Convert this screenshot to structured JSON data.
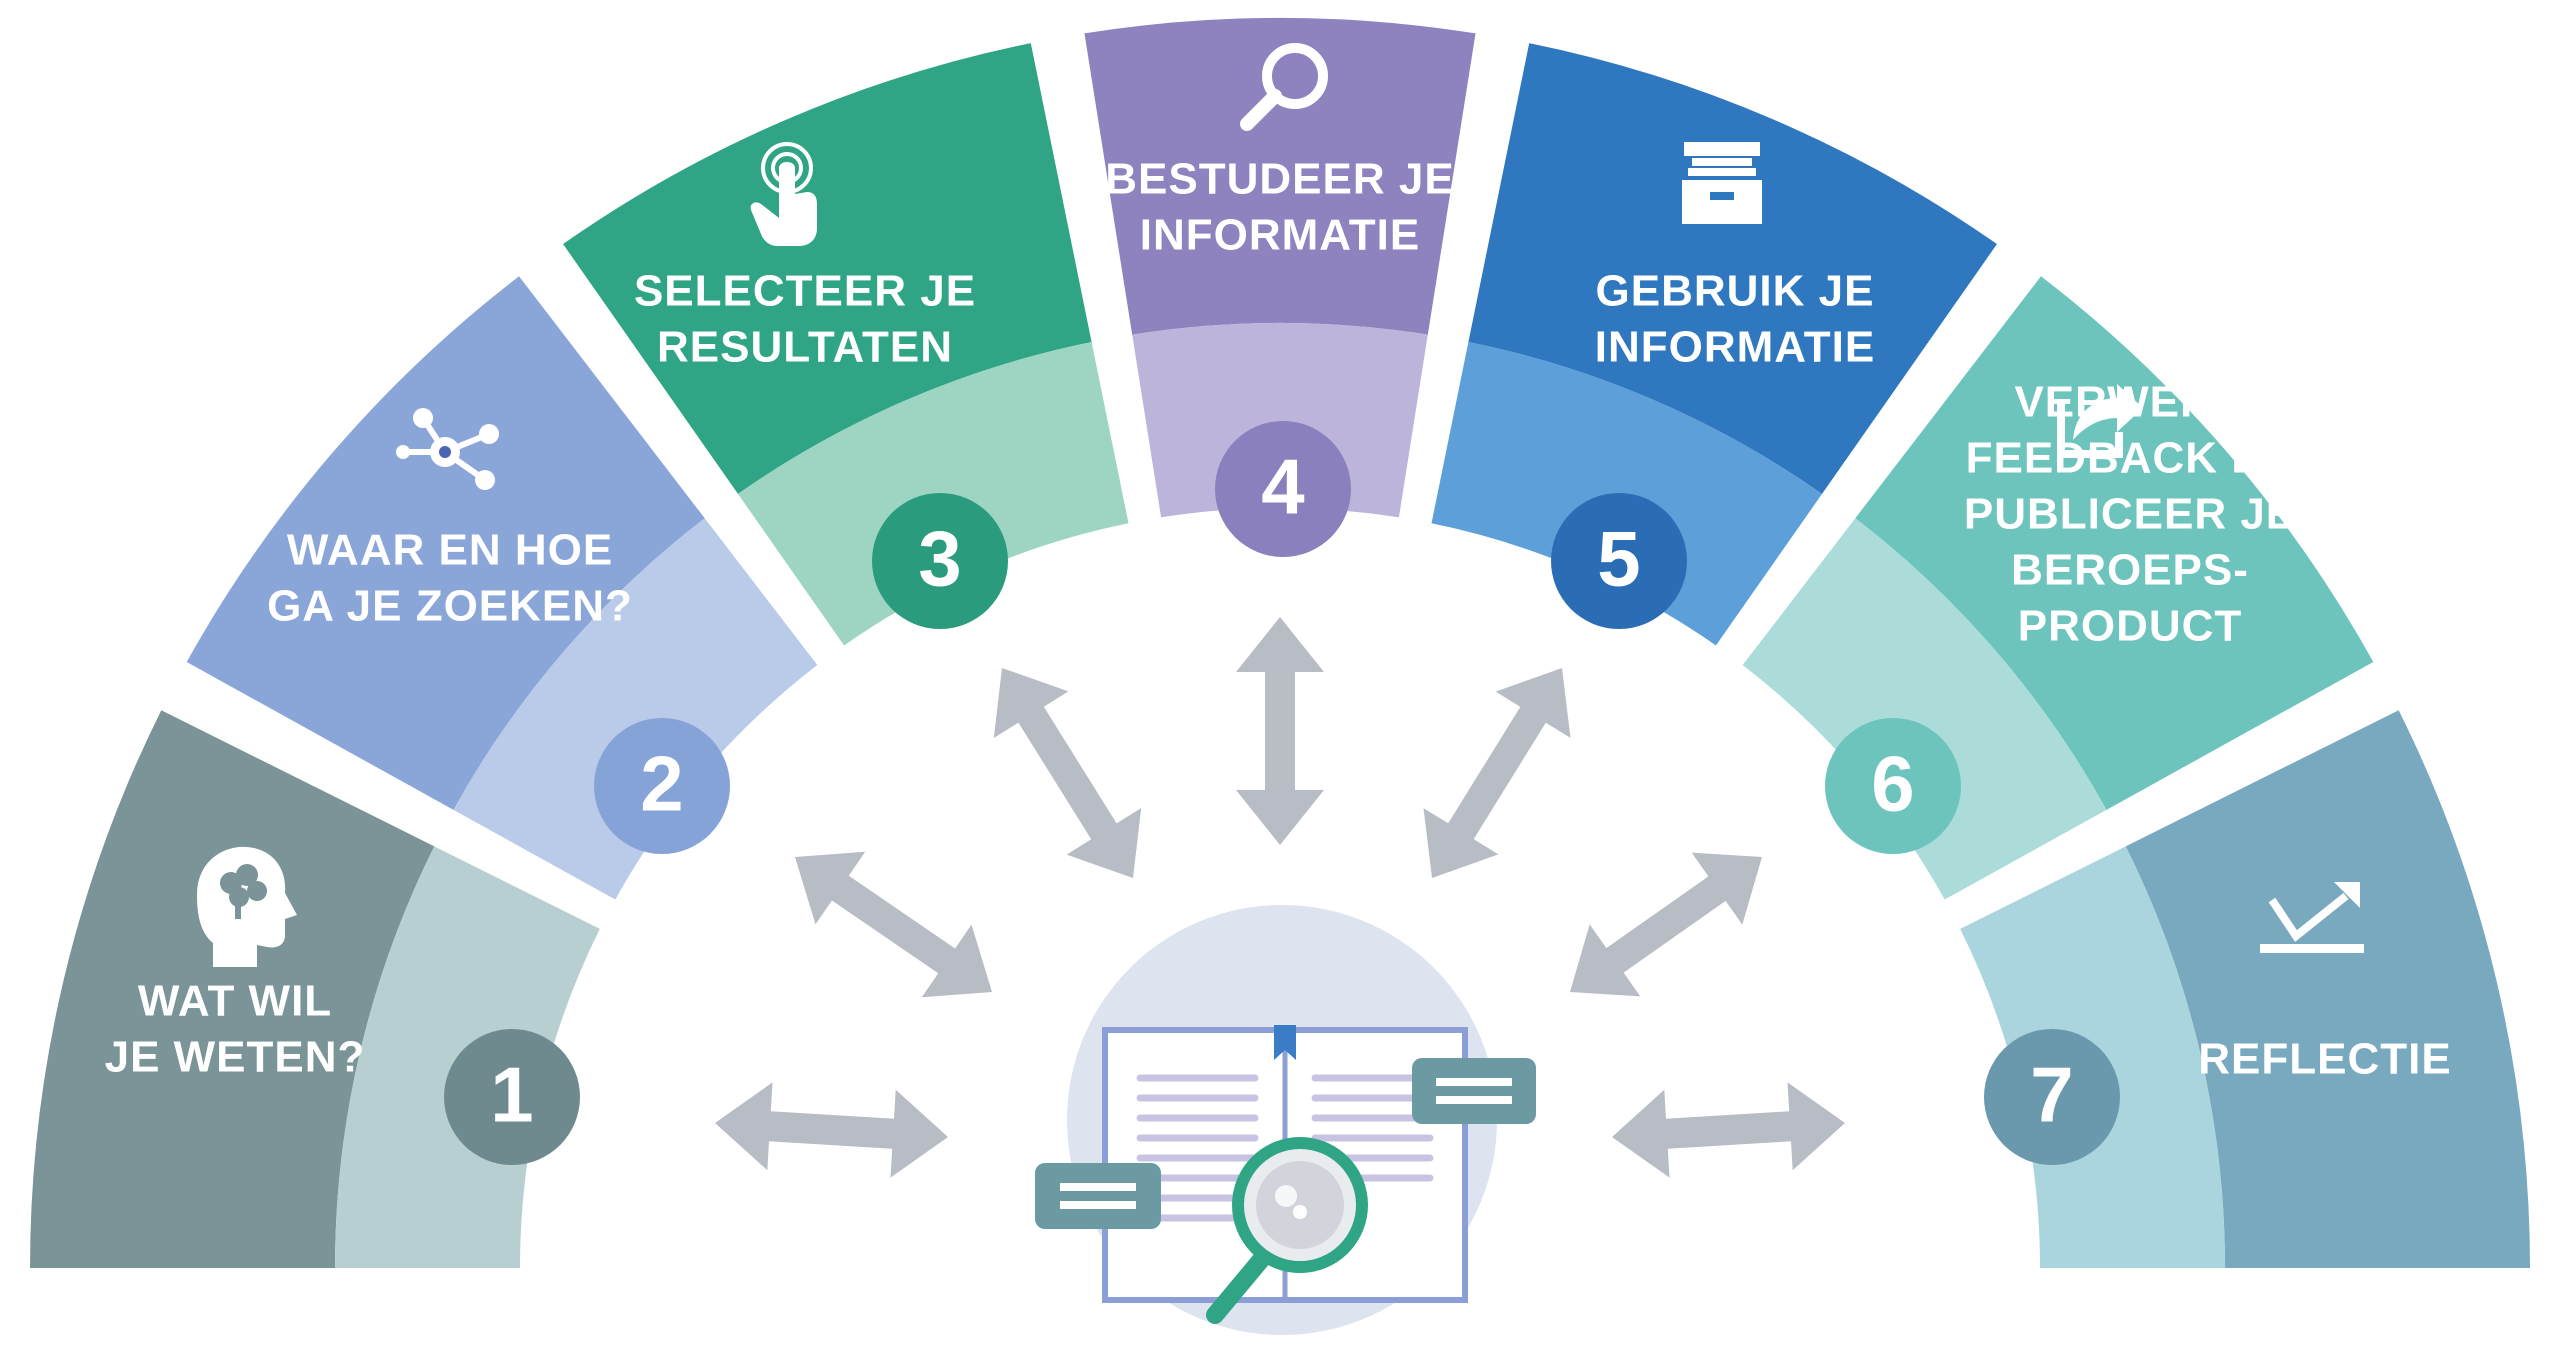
{
  "colors": {
    "background": "#ffffff",
    "arrow": "#b8bcc4",
    "hub_circle": "#dde3ef",
    "book_outline": "#8b9fd6",
    "book_lines": "#c9c3e3",
    "bookmark": "#3a7cc6",
    "magnifier_ring": "#2fa585",
    "comment_box": "#6b9aa2"
  },
  "steps": [
    {
      "number": "1",
      "lines": [
        "WAT WIL",
        "JE WETEN?"
      ],
      "icon": "head-icon",
      "outer_color": "#7a9498",
      "inner_color": "#b8cfd2",
      "circle_color": "#6f8a8e"
    },
    {
      "number": "2",
      "lines": [
        "WAAR EN HOE",
        "GA JE ZOEKEN?"
      ],
      "icon": "network-icon",
      "outer_color": "#8aa6d8",
      "inner_color": "#bacbea",
      "circle_color": "#86a3d8"
    },
    {
      "number": "3",
      "lines": [
        "SELECTEER JE",
        "RESULTATEN"
      ],
      "icon": "tap-icon",
      "outer_color": "#2fa585",
      "inner_color": "#9dd4c2",
      "circle_color": "#2a9c7d"
    },
    {
      "number": "4",
      "lines": [
        "BESTUDEER JE",
        "INFORMATIE"
      ],
      "icon": "magnifier-icon",
      "outer_color": "#8e83bf",
      "inner_color": "#bcb4db",
      "circle_color": "#8a80bd"
    },
    {
      "number": "5",
      "lines": [
        "GEBRUIK JE",
        "INFORMATIE"
      ],
      "icon": "file-cabinet-icon",
      "outer_color": "#2f78c0",
      "inner_color": "#5c9fd9",
      "circle_color": "#2a6db5"
    },
    {
      "number": "6",
      "lines": [
        "VERWERK",
        "FEEDBACK EN",
        "PUBLICEER JE",
        "BEROEPS-",
        "PRODUCT"
      ],
      "icon": "share-icon",
      "outer_color": "#6cc4bd",
      "inner_color": "#acdcda",
      "circle_color": "#6cc4bd"
    },
    {
      "number": "7",
      "lines": [
        "REFLECTIE"
      ],
      "icon": "reflect-icon",
      "outer_color": "#79a9bf",
      "inner_color": "#aad5df",
      "circle_color": "#6a98ad"
    }
  ]
}
